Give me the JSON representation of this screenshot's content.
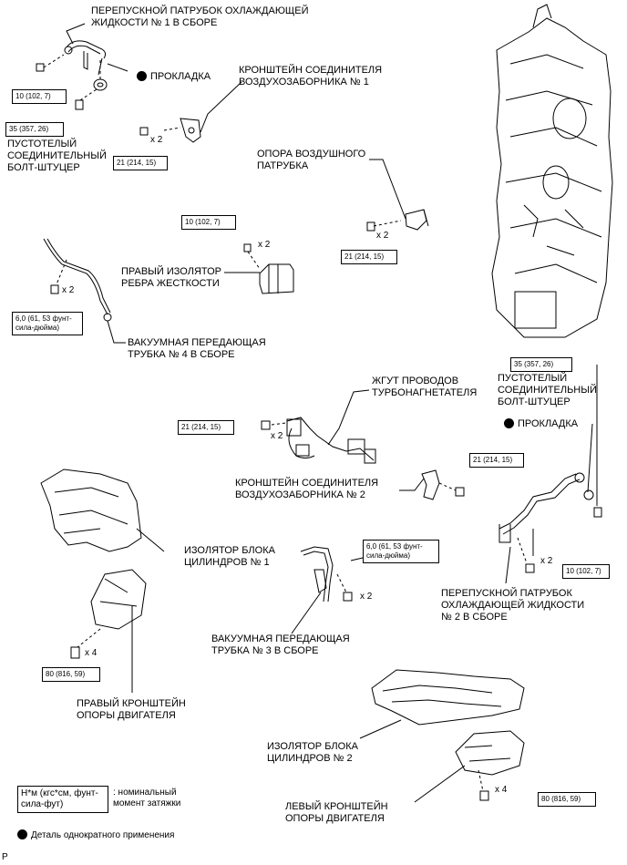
{
  "labels": {
    "bypass_pipe_1": "ПЕРЕПУСКНОЙ ПАТРУБОК ОХЛАЖДАЮЩЕЙ\nЖИДКОСТИ № 1 В СБОРЕ",
    "gasket_1": "ПРОКЛАДКА",
    "union_bolt_1": "ПУСТОТЕЛЫЙ\nСОЕДИНИТЕЛЬНЫЙ\nБОЛТ-ШТУЦЕР",
    "intake_bracket_1": "КРОНШТЕЙН СОЕДИНИТЕЛЯ\nВОЗДУХОЗАБОРНИКА № 1",
    "air_tube_stay": "ОПОРА ВОЗДУШНОГО\nПАТРУБКА",
    "rh_stiffener_insulator": "ПРАВЫЙ ИЗОЛЯТОР\nРЕБРА ЖЕСТКОСТИ",
    "vacuum_pipe_4": "ВАКУУМНАЯ ПЕРЕДАЮЩАЯ\nТРУБКА № 4 В СБОРЕ",
    "turbo_wire_harness": "ЖГУТ ПРОВОДОВ\nТУРБОНАГНЕТАТЕЛЯ",
    "union_bolt_2": "ПУСТОТЕЛЫЙ\nСОЕДИНИТЕЛЬНЫЙ\nБОЛТ-ШТУЦЕР",
    "gasket_2": "ПРОКЛАДКА",
    "intake_bracket_2": "КРОНШТЕЙН СОЕДИНИТЕЛЯ\nВОЗДУХОЗАБОРНИКА № 2",
    "block_insulator_1": "ИЗОЛЯТОР БЛОКА\nЦИЛИНДРОВ № 1",
    "bypass_pipe_2": "ПЕРЕПУСКНОЙ ПАТРУБОК\nОХЛАЖДАЮЩЕЙ ЖИДКОСТИ\n№ 2 В СБОРЕ",
    "vacuum_pipe_3": "ВАКУУМНАЯ ПЕРЕДАЮЩАЯ\nТРУБКА № 3 В СБОРЕ",
    "rh_mount_bracket": "ПРАВЫЙ КРОНШТЕЙН\nОПОРЫ ДВИГАТЕЛЯ",
    "block_insulator_2": "ИЗОЛЯТОР БЛОКА\nЦИЛИНДРОВ № 2",
    "lh_mount_bracket": "ЛЕВЫЙ КРОНШТЕЙН\nОПОРЫ ДВИГАТЕЛЯ"
  },
  "torques": {
    "t10_top": "10 (102, 7)",
    "t35_top": "35 (357, 26)",
    "t21_bracket1": "21 (214, 15)",
    "t21_stay": "21 (214, 15)",
    "t10_insulator": "10 (102, 7)",
    "t6_pipe4": "6,0 (61, 53 фунт-\nсила-дюйма)",
    "t35_right": "35 (357, 26)",
    "t21_harness": "21 (214, 15)",
    "t21_bracket2": "21 (214, 15)",
    "t6_pipe3": "6,0 (61, 53 фунт-\nсила-дюйма)",
    "t10_right": "10 (102, 7)",
    "t80_rh": "80 (816, 59)",
    "t80_lh": "80 (816, 59)"
  },
  "multipliers": {
    "m_bracket1": "x 2",
    "m_stay": "x 2",
    "m_insulator": "x 2",
    "m_pipe4": "x 2",
    "m_harness": "x 2",
    "m_pipe3": "x 2",
    "m_bypass2": "x 2",
    "m_rh": "x 4",
    "m_lh": "x 4"
  },
  "legend": {
    "unit_box": "Н*м (кгс*см, фунт-\nсила-фут)",
    "unit_desc": ": номинальный\nмомент затяжки",
    "single_use": "Деталь однократного применения",
    "corner_mark": "P"
  }
}
